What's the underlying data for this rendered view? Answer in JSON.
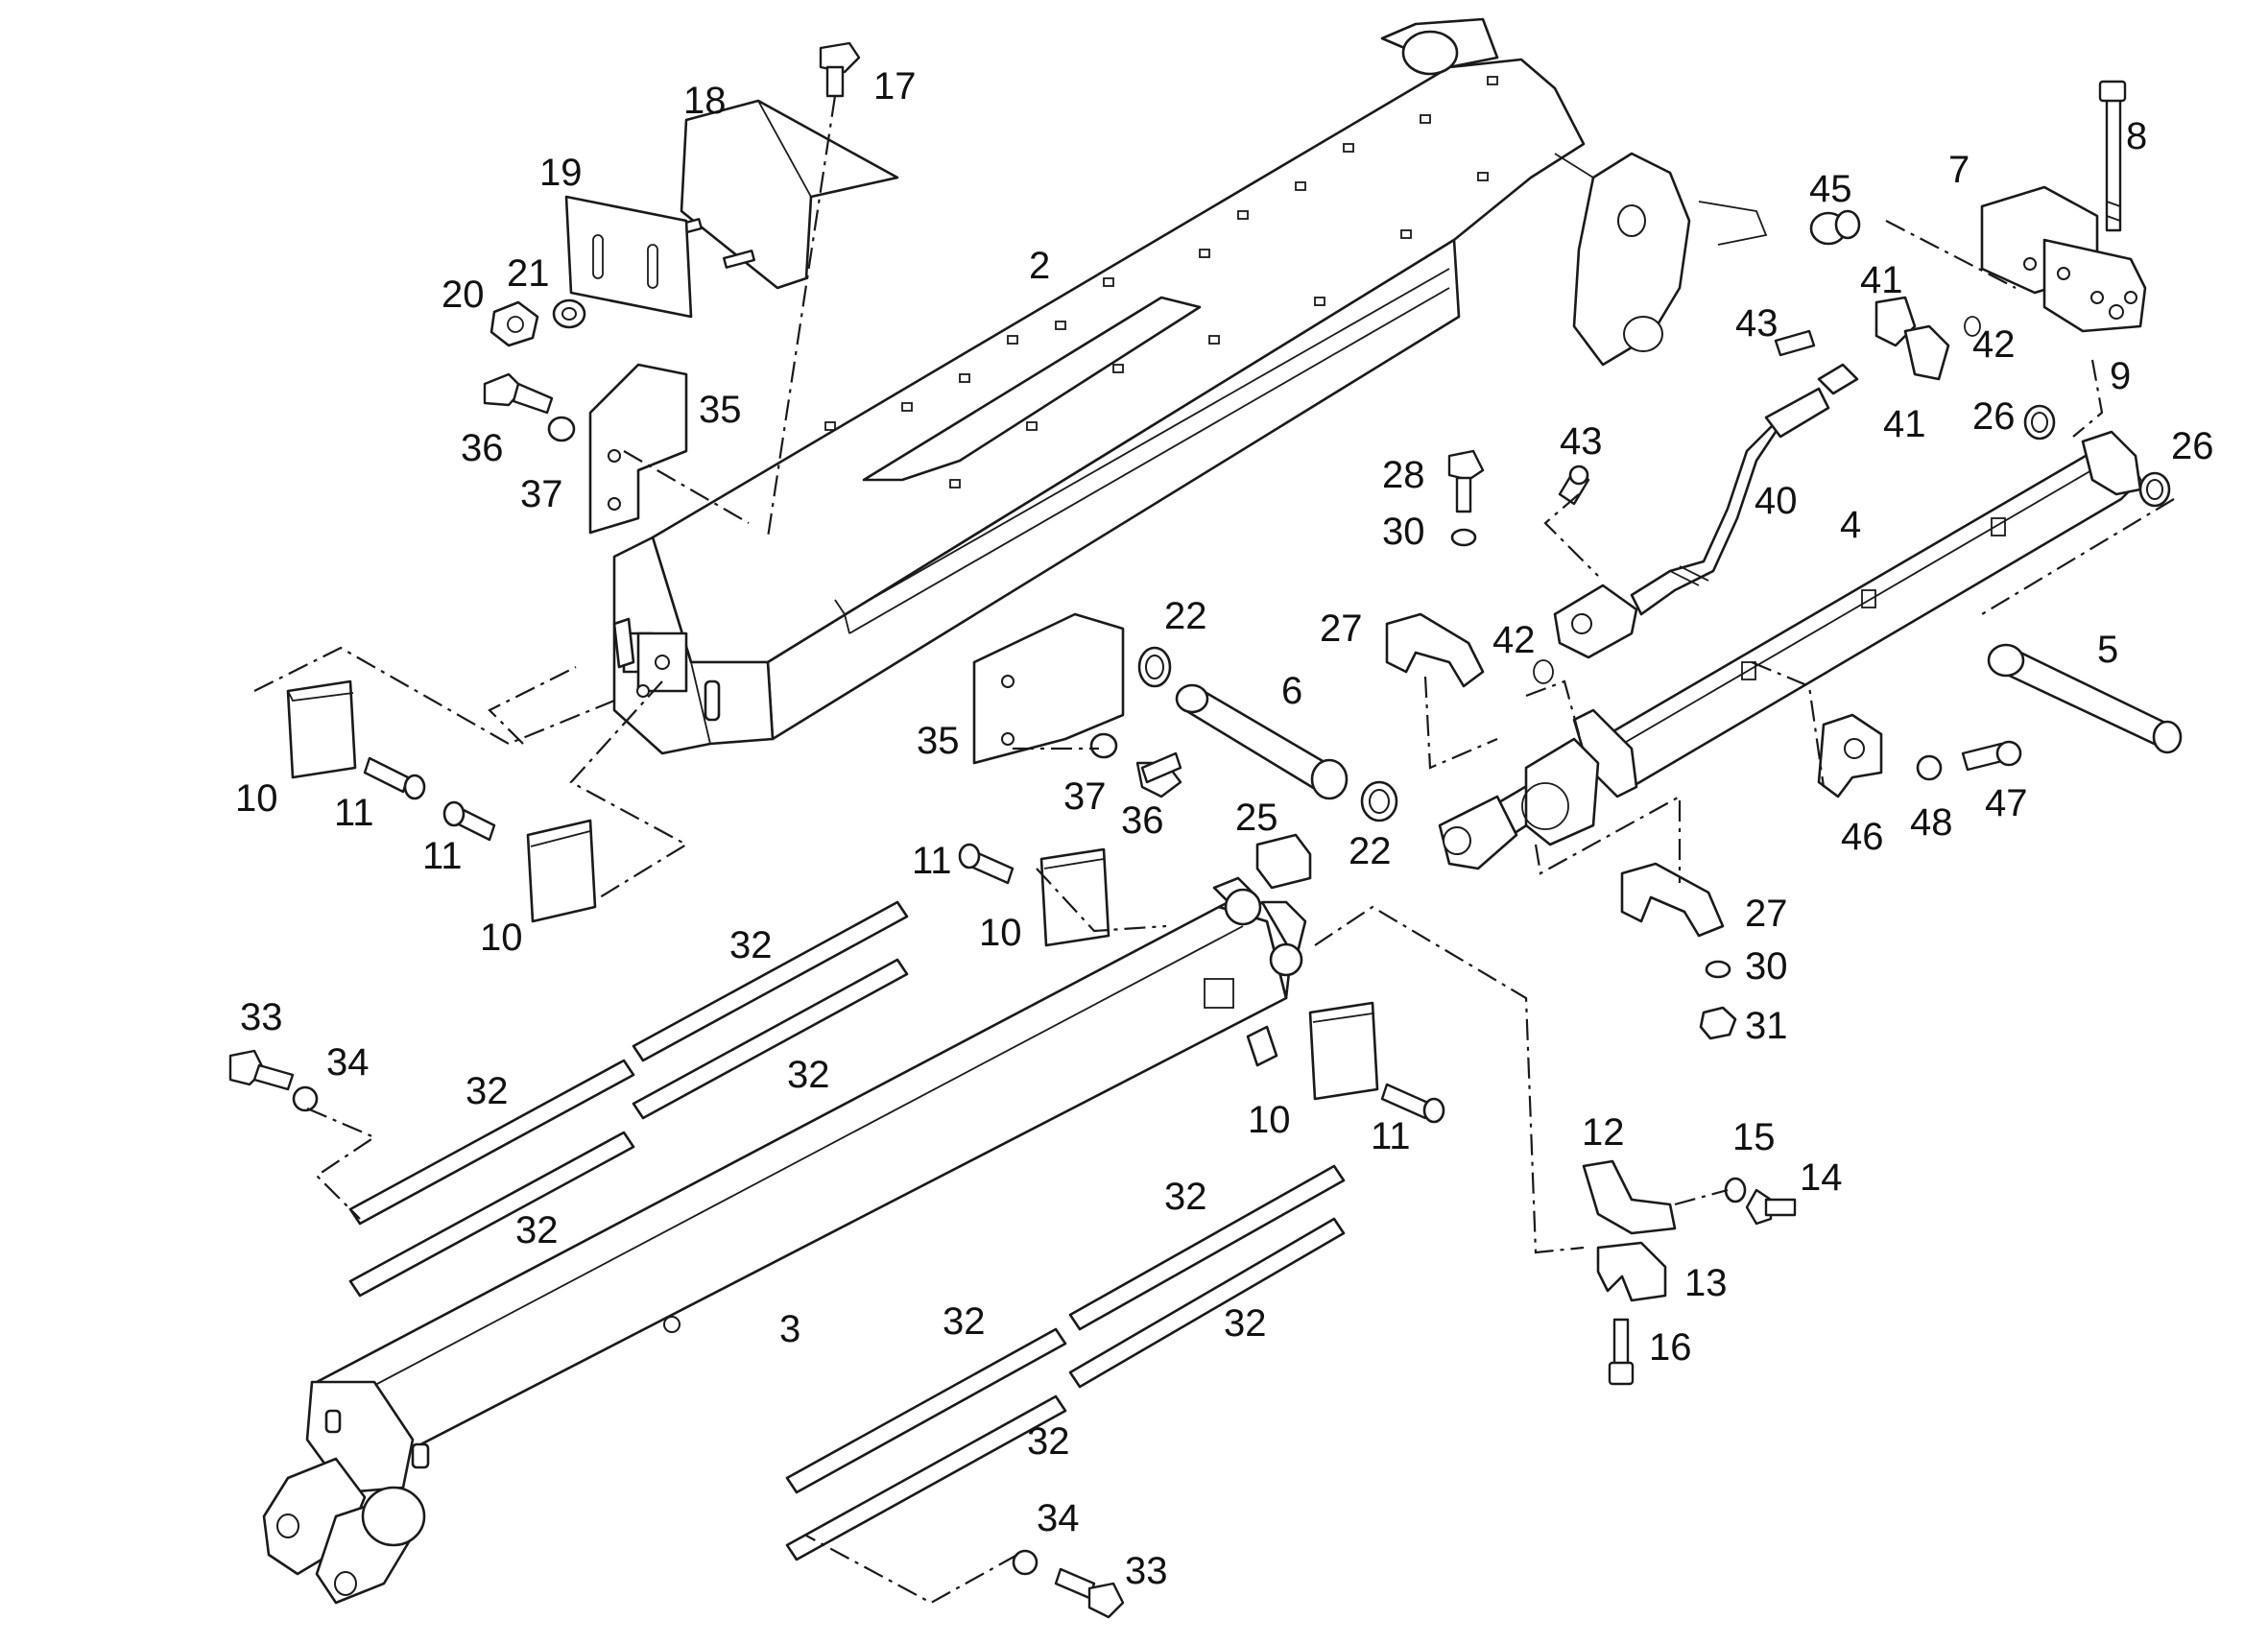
{
  "callouts": [
    {
      "id": "c2",
      "text": "2"
    },
    {
      "id": "c3",
      "text": "3"
    },
    {
      "id": "c4",
      "text": "4"
    },
    {
      "id": "c5",
      "text": "5"
    },
    {
      "id": "c6",
      "text": "6"
    },
    {
      "id": "c7",
      "text": "7"
    },
    {
      "id": "c8",
      "text": "8"
    },
    {
      "id": "c9",
      "text": "9"
    },
    {
      "id": "c10a",
      "text": "10"
    },
    {
      "id": "c10b",
      "text": "10"
    },
    {
      "id": "c10c",
      "text": "10"
    },
    {
      "id": "c10d",
      "text": "10"
    },
    {
      "id": "c11a",
      "text": "11"
    },
    {
      "id": "c11b",
      "text": "11"
    },
    {
      "id": "c11c",
      "text": "11"
    },
    {
      "id": "c11d",
      "text": "11"
    },
    {
      "id": "c12",
      "text": "12"
    },
    {
      "id": "c13",
      "text": "13"
    },
    {
      "id": "c14",
      "text": "14"
    },
    {
      "id": "c15",
      "text": "15"
    },
    {
      "id": "c16",
      "text": "16"
    },
    {
      "id": "c17",
      "text": "17"
    },
    {
      "id": "c18",
      "text": "18"
    },
    {
      "id": "c19",
      "text": "19"
    },
    {
      "id": "c20",
      "text": "20"
    },
    {
      "id": "c21",
      "text": "21"
    },
    {
      "id": "c22a",
      "text": "22"
    },
    {
      "id": "c22b",
      "text": "22"
    },
    {
      "id": "c25",
      "text": "25"
    },
    {
      "id": "c26a",
      "text": "26"
    },
    {
      "id": "c26b",
      "text": "26"
    },
    {
      "id": "c27a",
      "text": "27"
    },
    {
      "id": "c27b",
      "text": "27"
    },
    {
      "id": "c28",
      "text": "28"
    },
    {
      "id": "c30a",
      "text": "30"
    },
    {
      "id": "c30b",
      "text": "30"
    },
    {
      "id": "c31",
      "text": "31"
    },
    {
      "id": "c32a",
      "text": "32"
    },
    {
      "id": "c32b",
      "text": "32"
    },
    {
      "id": "c32c",
      "text": "32"
    },
    {
      "id": "c32d",
      "text": "32"
    },
    {
      "id": "c32e",
      "text": "32"
    },
    {
      "id": "c32f",
      "text": "32"
    },
    {
      "id": "c32g",
      "text": "32"
    },
    {
      "id": "c32h",
      "text": "32"
    },
    {
      "id": "c33a",
      "text": "33"
    },
    {
      "id": "c33b",
      "text": "33"
    },
    {
      "id": "c34a",
      "text": "34"
    },
    {
      "id": "c34b",
      "text": "34"
    },
    {
      "id": "c35a",
      "text": "35"
    },
    {
      "id": "c35b",
      "text": "35"
    },
    {
      "id": "c36a",
      "text": "36"
    },
    {
      "id": "c36b",
      "text": "36"
    },
    {
      "id": "c37a",
      "text": "37"
    },
    {
      "id": "c37b",
      "text": "37"
    },
    {
      "id": "c40",
      "text": "40"
    },
    {
      "id": "c41a",
      "text": "41"
    },
    {
      "id": "c41b",
      "text": "41"
    },
    {
      "id": "c42a",
      "text": "42"
    },
    {
      "id": "c42b",
      "text": "42"
    },
    {
      "id": "c43a",
      "text": "43"
    },
    {
      "id": "c43b",
      "text": "43"
    },
    {
      "id": "c45",
      "text": "45"
    },
    {
      "id": "c46",
      "text": "46"
    },
    {
      "id": "c47",
      "text": "47"
    },
    {
      "id": "c48",
      "text": "48"
    }
  ]
}
